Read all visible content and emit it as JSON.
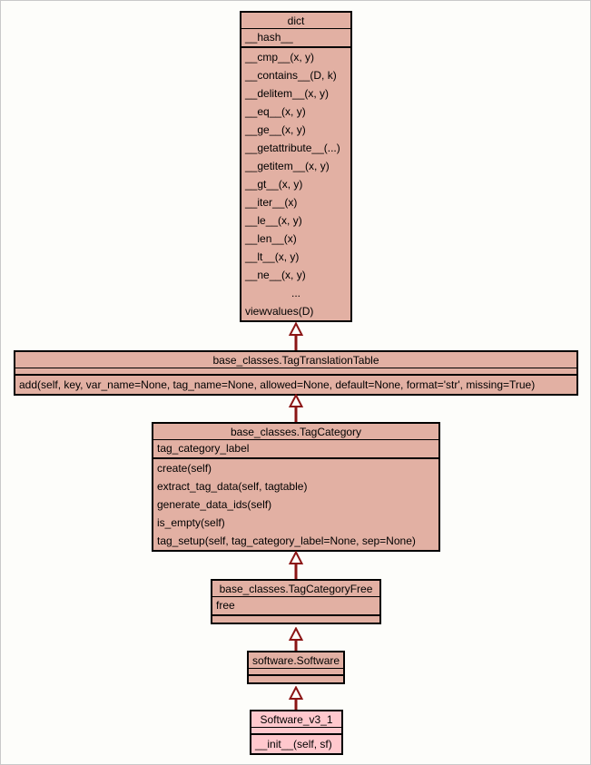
{
  "diagram": {
    "type": "uml-class-inheritance",
    "colors": {
      "class_fill": "#e2b0a3",
      "highlight_fill": "#ffc8cd",
      "box_border": "#000000",
      "arrow": "#8b1515",
      "background": "#fdfdfa"
    },
    "classes": {
      "dict": {
        "title": "dict",
        "attributes": [
          "__hash__"
        ],
        "methods": [
          "__cmp__(x, y)",
          "__contains__(D, k)",
          "__delitem__(x, y)",
          "__eq__(x, y)",
          "__ge__(x, y)",
          "__getattribute__(...)",
          "__getitem__(x, y)",
          "__gt__(x, y)",
          "__iter__(x)",
          "__le__(x, y)",
          "__len__(x)",
          "__lt__(x, y)",
          "__ne__(x, y)",
          "...",
          "viewvalues(D)"
        ]
      },
      "tag_translation_table": {
        "title": "base_classes.TagTranslationTable",
        "attributes": [],
        "methods": [
          "add(self, key, var_name=None, tag_name=None, allowed=None, default=None, format='str', missing=True)"
        ]
      },
      "tag_category": {
        "title": "base_classes.TagCategory",
        "attributes": [
          "tag_category_label"
        ],
        "methods": [
          "create(self)",
          "extract_tag_data(self, tagtable)",
          "generate_data_ids(self)",
          "is_empty(self)",
          "tag_setup(self, tag_category_label=None, sep=None)"
        ]
      },
      "tag_category_free": {
        "title": "base_classes.TagCategoryFree",
        "attributes": [
          "free"
        ],
        "methods": []
      },
      "software": {
        "title": "software.Software",
        "attributes": [],
        "methods": []
      },
      "software_v3_1": {
        "title": "Software_v3_1",
        "attributes": [],
        "methods": [
          "__init__(self, sf)"
        ]
      }
    },
    "relations": [
      {
        "child": "base_classes.TagTranslationTable",
        "parent": "dict"
      },
      {
        "child": "base_classes.TagCategory",
        "parent": "base_classes.TagTranslationTable"
      },
      {
        "child": "base_classes.TagCategoryFree",
        "parent": "base_classes.TagCategory"
      },
      {
        "child": "software.Software",
        "parent": "base_classes.TagCategoryFree"
      },
      {
        "child": "Software_v3_1",
        "parent": "software.Software"
      }
    ]
  }
}
